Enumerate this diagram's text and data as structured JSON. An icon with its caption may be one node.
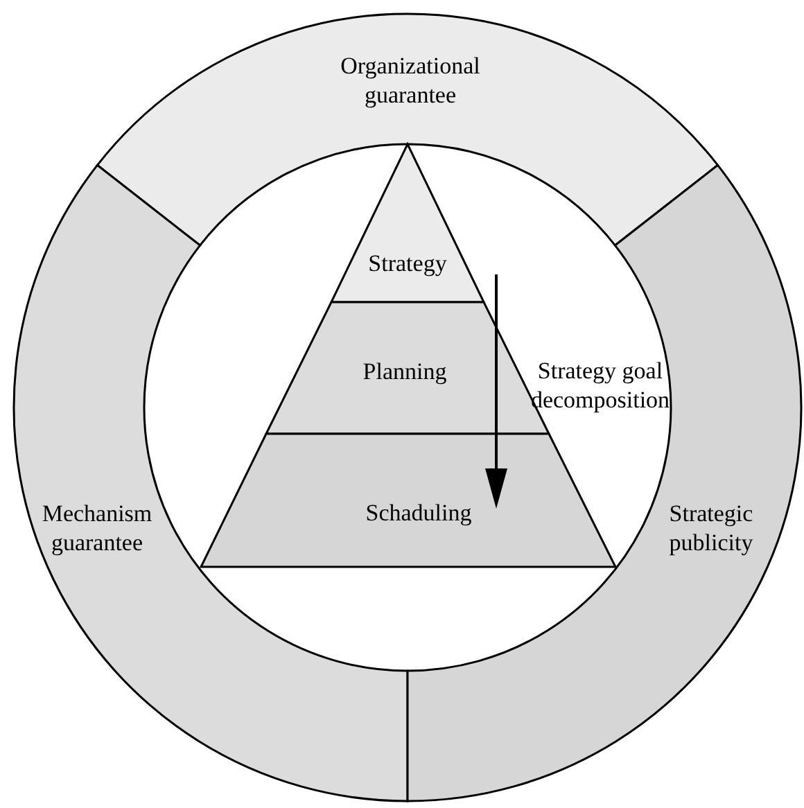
{
  "diagram": {
    "nodes": [
      {
        "text": [
          "Organizational guarantee"
        ]
      },
      {
        "text": [
          "Mechanism guarantee"
        ]
      },
      {
        "text": [
          "Strategic publicity"
        ]
      },
      {
        "text": [
          "Strategy"
        ]
      },
      {
        "text": [
          "Planning"
        ]
      },
      {
        "text": [
          "Schaduling"
        ]
      }
    ],
    "edges": [],
    "labels": [
      "Strategy goal decomposition"
    ]
  }
}
